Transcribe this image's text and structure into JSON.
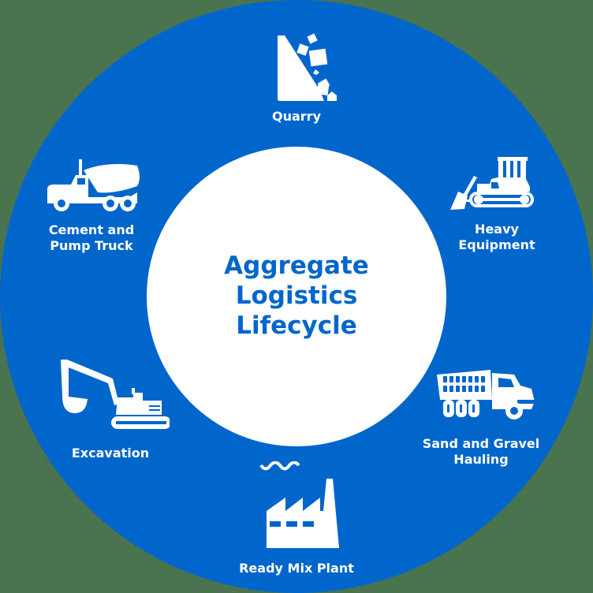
{
  "diagram": {
    "type": "cycle",
    "title_lines": [
      "Aggregate",
      "Logistics",
      "Lifecycle"
    ],
    "colors": {
      "ring": "#0066cc",
      "hub": "#ffffff",
      "title": "#0066cc",
      "label": "#ffffff",
      "background": "#4a7350"
    },
    "stages": [
      {
        "id": "quarry",
        "icon": "quarry-rockfall-icon",
        "label_lines": [
          "Quarry"
        ]
      },
      {
        "id": "heavy-equipment",
        "icon": "bulldozer-icon",
        "label_lines": [
          "Heavy",
          "Equipment"
        ]
      },
      {
        "id": "sand-gravel-hauling",
        "icon": "dump-truck-icon",
        "label_lines": [
          "Sand and Gravel",
          "Hauling"
        ]
      },
      {
        "id": "ready-mix-plant",
        "icon": "factory-icon",
        "label_lines": [
          "Ready Mix Plant"
        ]
      },
      {
        "id": "excavation",
        "icon": "excavator-icon",
        "label_lines": [
          "Excavation"
        ]
      },
      {
        "id": "cement-pump-truck",
        "icon": "cement-mixer-truck-icon",
        "label_lines": [
          "Cement and",
          "Pump Truck"
        ]
      }
    ]
  }
}
